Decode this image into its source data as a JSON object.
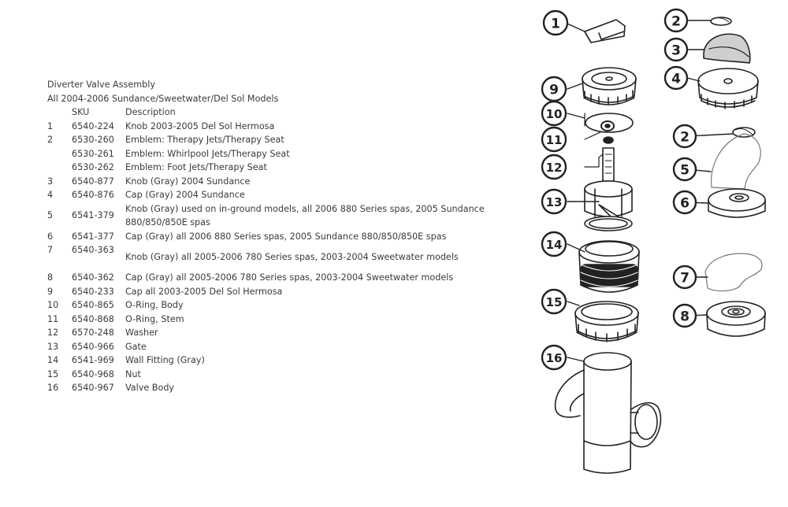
{
  "heading": {
    "title": "Diverter Valve Assembly",
    "subtitle": "All 2004-2006 Sundance/Sweetwater/Del Sol Models"
  },
  "table": {
    "headers": {
      "sku": "SKU",
      "description": "Description"
    },
    "rows": [
      {
        "num": "1",
        "sku": "6540-224",
        "desc": "Knob 2003-2005 Del Sol Hermosa"
      },
      {
        "num": "2",
        "sku": "6530-260",
        "desc": "Emblem: Therapy Jets/Therapy Seat"
      },
      {
        "num": "",
        "sku": "6530-261",
        "desc": "Emblem: Whirlpool Jets/Therapy Seat"
      },
      {
        "num": "",
        "sku": "6530-262",
        "desc": "Emblem: Foot Jets/Therapy Seat"
      },
      {
        "num": "3",
        "sku": "6540-877",
        "desc": "Knob (Gray) 2004 Sundance"
      },
      {
        "num": "4",
        "sku": "6540-876",
        "desc": "Cap (Gray) 2004 Sundance"
      },
      {
        "num": "5",
        "sku": "6541-379",
        "desc": "Knob (Gray) used on in-ground models, all 2006 880 Series spas, 2005 Sundance 880/850/850E spas"
      },
      {
        "num": "6",
        "sku": "6541-377",
        "desc": "Cap (Gray) all 2006 880 Series spas, 2005 Sundance 880/850/850E spas"
      },
      {
        "num": "7",
        "sku": "6540-363",
        "desc": "Knob (Gray) all 2005-2006 780 Series spas, 2003-2004 Sweetwater models"
      },
      {
        "num": "8",
        "sku": "6540-362",
        "desc": "Cap (Gray) all 2005-2006 780 Series spas, 2003-2004 Sweetwater models"
      },
      {
        "num": "9",
        "sku": "6540-233",
        "desc": "Cap all 2003-2005 Del Sol Hermosa"
      },
      {
        "num": "10",
        "sku": "6540-865",
        "desc": "O-Ring, Body"
      },
      {
        "num": "11",
        "sku": "6540-868",
        "desc": "O-Ring, Stem"
      },
      {
        "num": "12",
        "sku": "6570-248",
        "desc": "Washer"
      },
      {
        "num": "13",
        "sku": "6540-966",
        "desc": "Gate"
      },
      {
        "num": "14",
        "sku": "6541-969",
        "desc": "Wall Fitting (Gray)"
      },
      {
        "num": "15",
        "sku": "6540-968",
        "desc": "Nut"
      },
      {
        "num": "16",
        "sku": "6540-967",
        "desc": "Valve Body"
      }
    ]
  },
  "diagram": {
    "callouts": [
      "1",
      "2",
      "3",
      "4",
      "5",
      "6",
      "7",
      "8",
      "9",
      "10",
      "11",
      "12",
      "13",
      "14",
      "15",
      "16"
    ]
  },
  "colors": {
    "text": "#3a3a3a",
    "line": "#222222"
  }
}
